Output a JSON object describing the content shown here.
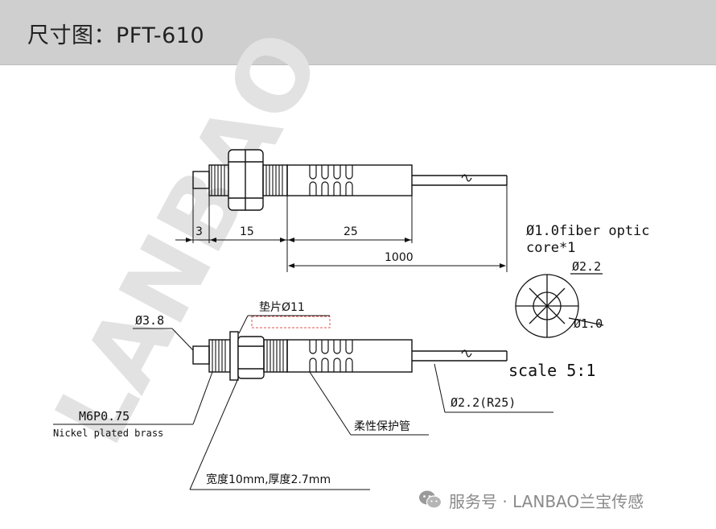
{
  "header": {
    "title": "尺寸图：PFT-610"
  },
  "watermark": {
    "text": "LANBAO"
  },
  "top_view": {
    "dim_3": "3",
    "dim_15": "15",
    "dim_25": "25",
    "dim_1000": "1000"
  },
  "cross_section": {
    "fiber_label_line1": "Ø1.0fiber optic",
    "fiber_label_line2": "core*1",
    "outer_dia": "Ø2.2",
    "inner_dia": "Ø1.0",
    "scale": "scale 5:1"
  },
  "bottom_view": {
    "washer_label": "垫片Ø11",
    "tip_dia": "Ø3.8",
    "thread_spec": "M6P0.75",
    "material": "Nickel plated brass",
    "cable_spec": "Ø2.2(R25)",
    "flex_tube": "柔性保护管",
    "nut_spec": "宽度10mm,厚度2.7mm"
  },
  "footer": {
    "text": "服务号 · LANBAO兰宝传感"
  },
  "colors": {
    "header_bg": "#cfcfcf",
    "line": "#111111",
    "washer_dash": "#e05555"
  }
}
